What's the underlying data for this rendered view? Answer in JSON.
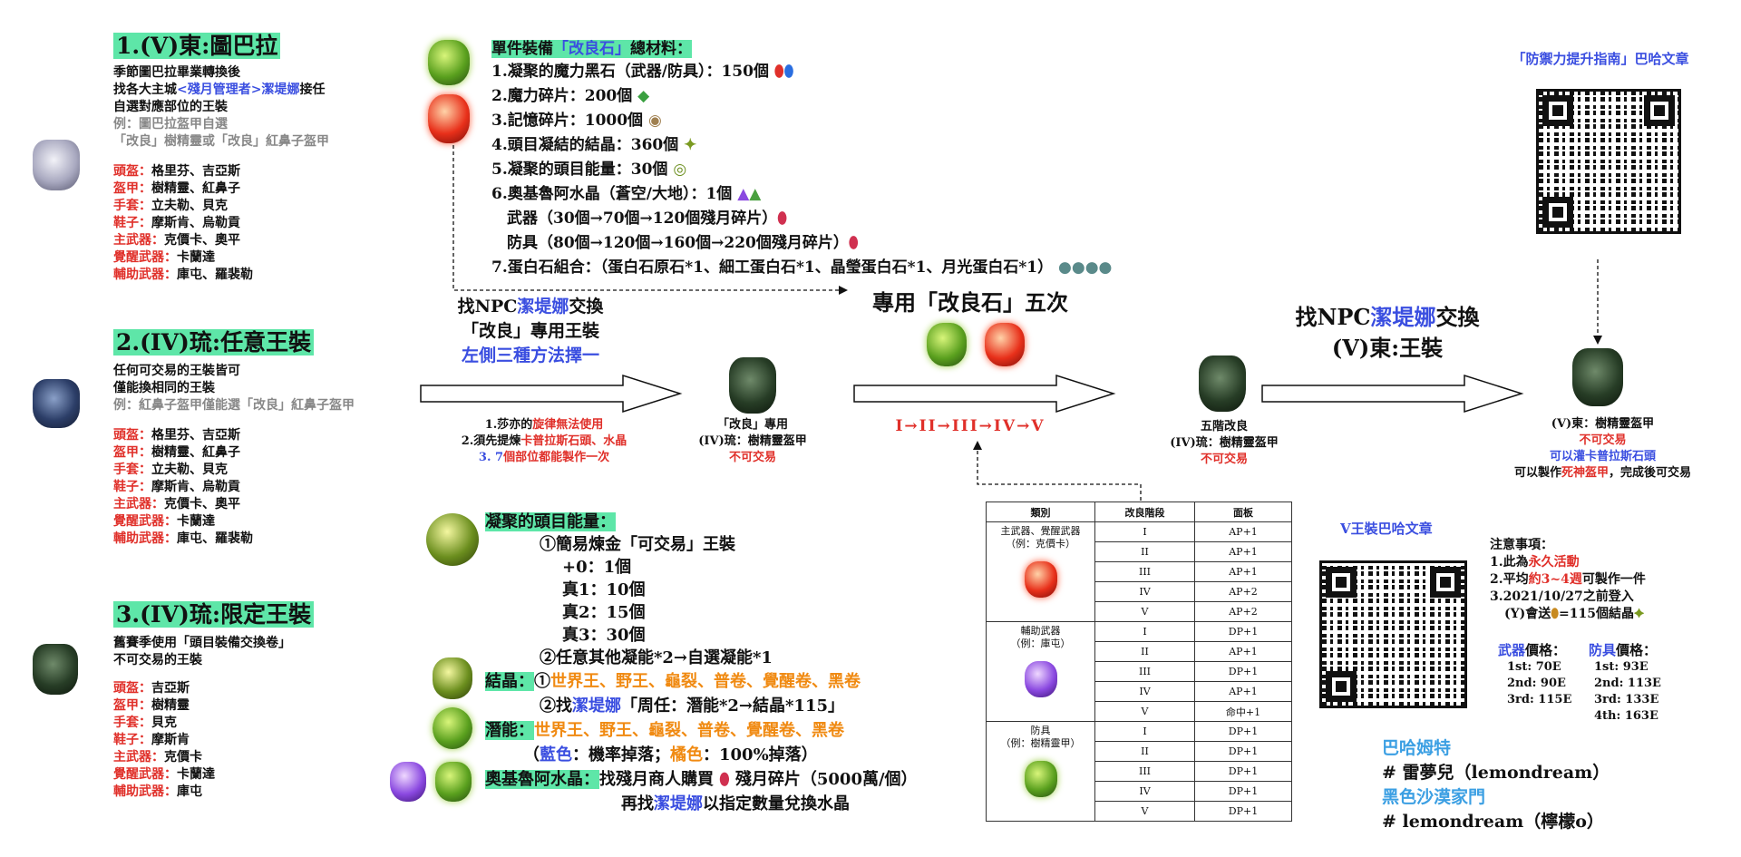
{
  "left": {
    "s1": {
      "title": "1.(V)東:圖巴拉",
      "intro1": "季節圖巴拉畢業轉換後",
      "intro2_a": "找各大主城",
      "intro2_b": "<殘月管理者>",
      "intro2_c": "潔堤娜",
      "intro2_d": "接任",
      "intro3": "自選對應部位的王裝",
      "example1": "例：圖巴拉盔甲自選",
      "example2": "「改良」樹精靈或「改良」紅鼻子盔甲",
      "rows": [
        {
          "k": "頭盔",
          "v": "格里芬、吉亞斯"
        },
        {
          "k": "盔甲",
          "v": "樹精靈、紅鼻子"
        },
        {
          "k": "手套",
          "v": "立夫勒、貝克"
        },
        {
          "k": "鞋子",
          "v": "摩斯肯、烏勒貢"
        },
        {
          "k": "主武器",
          "v": "克價卡、奧平"
        },
        {
          "k": "覺醒武器",
          "v": "卡蘭達"
        },
        {
          "k": "輔助武器",
          "v": "庫屯、羅裴勒"
        }
      ]
    },
    "s2": {
      "title": "2.(IV)琉:任意王裝",
      "intro1": "任何可交易的王裝皆可",
      "intro2": "僅能換相同的王裝",
      "example1": "例：紅鼻子盔甲僅能選「改良」紅鼻子盔甲",
      "rows": [
        {
          "k": "頭盔",
          "v": "格里芬、吉亞斯"
        },
        {
          "k": "盔甲",
          "v": "樹精靈、紅鼻子"
        },
        {
          "k": "手套",
          "v": "立夫勒、貝克"
        },
        {
          "k": "鞋子",
          "v": "摩斯肯、烏勒貢"
        },
        {
          "k": "主武器",
          "v": "克價卡、奧平"
        },
        {
          "k": "覺醒武器",
          "v": "卡蘭達"
        },
        {
          "k": "輔助武器",
          "v": "庫屯、羅裴勒"
        }
      ]
    },
    "s3": {
      "title": "3.(IV)琉:限定王裝",
      "intro1": "舊賽季使用「頭目裝備交換卷」",
      "intro2": "不可交易的王裝",
      "rows": [
        {
          "k": "頭盔",
          "v": "吉亞斯"
        },
        {
          "k": "盔甲",
          "v": "樹精靈"
        },
        {
          "k": "手套",
          "v": "貝克"
        },
        {
          "k": "鞋子",
          "v": "摩斯肯"
        },
        {
          "k": "主武器",
          "v": "克價卡"
        },
        {
          "k": "覺醒武器",
          "v": "卡蘭達"
        },
        {
          "k": "輔助武器",
          "v": "庫屯"
        }
      ]
    }
  },
  "materials": {
    "title_a": "單件裝備",
    "title_b": "「改良石」",
    "title_c": "總材料：",
    "lines": [
      "1.凝聚的魔力黑石（武器/防具）：150個",
      "2.魔力碎片：200個",
      "3.記憶碎片：1000個",
      "4.頭目凝結的結晶：360個",
      "5.凝聚的頭目能量：30個",
      "6.奧基魯阿水晶（蒼空/大地）：1個",
      "　武器（30個→70個→120個殘月碎片）",
      "　防具（80個→120個→160個→220個殘月碎片）",
      "7.蛋白石組合：（蛋白石原石*1、細工蛋白石*1、晶瑩蛋白石*1、月光蛋白石*1）"
    ]
  },
  "flow": {
    "step1_a": "找NPC",
    "step1_b": "潔堤娜",
    "step1_c": "交換",
    "step1_2": "「改良」專用王裝",
    "step1_3": "左側三種方法擇一",
    "notes_a": "1.莎亦的",
    "notes_b": "旋律無法使用",
    "notes2_a": "2.須先提煉",
    "notes2_b": "卡普拉斯石頭、水晶",
    "notes3_a": "3. 7",
    "notes3_b": "個部位都能製作一次",
    "item1_1": "「改良」專用",
    "item1_2": "(IV)琉：樹精靈盔甲",
    "item1_3": "不可交易",
    "step2": "專用「改良石」五次",
    "roman": "I→II→III→IV→V",
    "item2_1": "五階改良",
    "item2_2": "(IV)琉：樹精靈盔甲",
    "item2_3": "不可交易",
    "step3_a": "找NPC",
    "step3_b": "潔堤娜",
    "step3_c": "交換",
    "step3_2": "(V)東:王裝",
    "item3_1": "(V)東：樹精靈盔甲",
    "item3_2": "不可交易",
    "item3_3": "可以灌卡普拉斯石頭",
    "item3_4a": "可以製作",
    "item3_4b": "死神盔甲",
    "item3_4c": "，完成後可交易"
  },
  "energy": {
    "title": "凝聚的頭目能量：",
    "l1": "①簡易煉金「可交易」王裝",
    "l2": "+0：1個",
    "l3": "真1：10個",
    "l4": "真2：15個",
    "l5": "真3：30個",
    "l6": "②任意其他凝能*2→自選凝能*1",
    "crystal_label": "結晶：",
    "crystal_a": "①",
    "crystal_b": "世界王、野王、龜裂、普卷、覺醒卷、黑卷",
    "l8_a": "②找",
    "l8_b": "潔堤娜",
    "l8_c": "「周任：潛能*2→結晶*115」",
    "potential_label": "潛能：",
    "potential_b": "世界王、野王、龜裂、普卷、覺醒卷、黑卷",
    "l10_a": "（",
    "l10_b": "藍色",
    "l10_c": "：機率掉落；",
    "l10_d": "橘色",
    "l10_e": "：100%掉落）",
    "orkiru_label": "奧基魯阿水晶：",
    "orkiru_a": "找殘月商人購買",
    "orkiru_b": "殘月碎片（5000萬/個）",
    "l12_a": "再找",
    "l12_b": "潔堤娜",
    "l12_c": "以指定數量兌換水晶"
  },
  "table": {
    "headers": [
      "類別",
      "改良階段",
      "面板"
    ],
    "groups": [
      {
        "name1": "主武器、覺醒武器",
        "name2": "（例：克價卡）",
        "rows": [
          [
            "I",
            "AP+1"
          ],
          [
            "II",
            "AP+1"
          ],
          [
            "III",
            "AP+1"
          ],
          [
            "IV",
            "AP+2"
          ],
          [
            "V",
            "AP+2"
          ]
        ]
      },
      {
        "name1": "輔助武器",
        "name2": "（例：庫屯）",
        "rows": [
          [
            "I",
            "DP+1"
          ],
          [
            "II",
            "AP+1"
          ],
          [
            "III",
            "DP+1"
          ],
          [
            "IV",
            "AP+1"
          ],
          [
            "V",
            "命中+1"
          ]
        ]
      },
      {
        "name1": "防具",
        "name2": "（例：樹精靈甲）",
        "rows": [
          [
            "I",
            "DP+1"
          ],
          [
            "II",
            "DP+1"
          ],
          [
            "III",
            "DP+1"
          ],
          [
            "IV",
            "DP+1"
          ],
          [
            "V",
            "DP+1"
          ]
        ]
      }
    ]
  },
  "right": {
    "qr1_title": "「防禦力提升指南」巴哈文章",
    "qr2_title": "V王裝巴哈文章",
    "notice_title": "注意事項：",
    "notice1_a": "1.此為",
    "notice1_b": "永久活動",
    "notice2_a": "2.平均",
    "notice2_b": "約3~4週",
    "notice2_c": "可製作一件",
    "notice3": "3.2021/10/27之前登入",
    "notice4": "(Y)會送",
    "notice4_b": "=115個結晶",
    "price_weapon_a": "武器",
    "price_weapon_b": "價格：",
    "price_armor_a": "防具",
    "price_armor_b": "價格：",
    "weapon_prices": [
      "1st:  70E",
      "2nd:  90E",
      "3rd:  115E"
    ],
    "armor_prices": [
      "1st:  93E",
      "2nd:  113E",
      "3rd:  133E",
      "4th:  163E"
    ],
    "credit1": "巴哈姆特",
    "credit2": "# 雷夢兒（lemondream）",
    "credit3": "黑色沙漠家門",
    "credit4": "# lemondream（檸檬o）"
  },
  "colors": {
    "highlight": "#5ee6a8",
    "red": "#e0302a",
    "blue": "#3a4ee0",
    "orange": "#f08a12",
    "sky": "#3b9fe3"
  },
  "icons": [
    "armor-icon",
    "gem-icon",
    "qr-code-icon",
    "arrow-icon"
  ]
}
